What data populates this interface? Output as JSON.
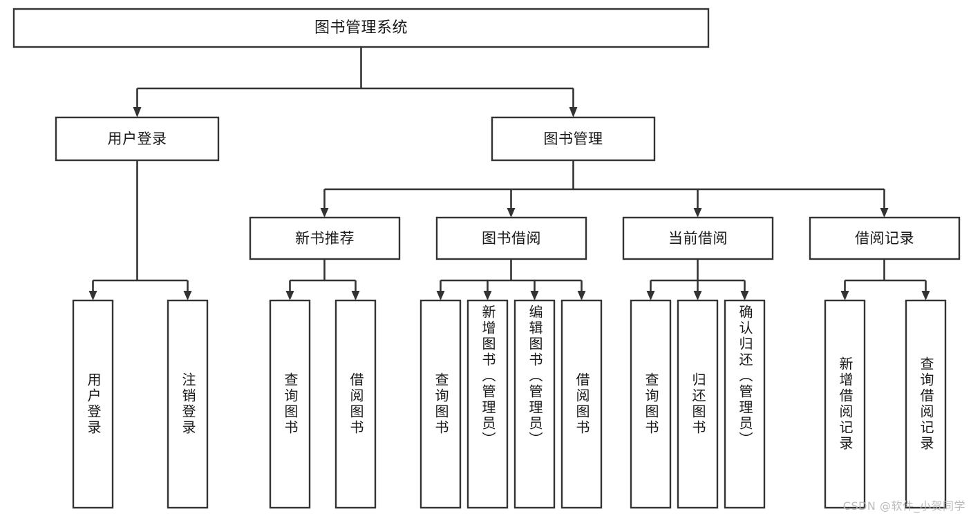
{
  "diagram": {
    "title": "图书管理系统",
    "type": "tree-hierarchy",
    "root": {
      "id": "root",
      "label": "图书管理系统"
    },
    "level2": [
      {
        "id": "user-login",
        "label": "用户登录"
      },
      {
        "id": "book-manage",
        "label": "图书管理"
      }
    ],
    "level3": [
      {
        "id": "new-book-recommend",
        "label": "新书推荐",
        "parent": "book-manage"
      },
      {
        "id": "book-borrow",
        "label": "图书借阅",
        "parent": "book-manage"
      },
      {
        "id": "current-borrow",
        "label": "当前借阅",
        "parent": "book-manage"
      },
      {
        "id": "borrow-record",
        "label": "借阅记录",
        "parent": "book-manage"
      }
    ],
    "leaves": [
      {
        "id": "leaf-user-login",
        "label": "用户登录",
        "parent": "user-login"
      },
      {
        "id": "leaf-user-logout",
        "label": "注销登录",
        "parent": "user-login"
      },
      {
        "id": "leaf-query-book-1",
        "label": "查询图书",
        "parent": "new-book-recommend"
      },
      {
        "id": "leaf-borrow-book-1",
        "label": "借阅图书",
        "parent": "new-book-recommend"
      },
      {
        "id": "leaf-query-book-2",
        "label": "查询图书",
        "parent": "book-borrow"
      },
      {
        "id": "leaf-add-book",
        "label": "新增图书（管理员）",
        "parent": "book-borrow"
      },
      {
        "id": "leaf-edit-book",
        "label": "编辑图书（管理员）",
        "parent": "book-borrow"
      },
      {
        "id": "leaf-borrow-book-2",
        "label": "借阅图书",
        "parent": "book-borrow"
      },
      {
        "id": "leaf-query-book-3",
        "label": "查询图书",
        "parent": "current-borrow"
      },
      {
        "id": "leaf-return-book",
        "label": "归还图书",
        "parent": "current-borrow"
      },
      {
        "id": "leaf-confirm-return",
        "label": "确认归还（管理员）",
        "parent": "current-borrow"
      },
      {
        "id": "leaf-add-record",
        "label": "新增借阅记录",
        "parent": "borrow-record"
      },
      {
        "id": "leaf-query-record",
        "label": "查询借阅记录",
        "parent": "borrow-record"
      }
    ],
    "colors": {
      "box_stroke": "#333333",
      "box_fill": "#ffffff",
      "text": "#1a1a1a",
      "background": "#ffffff",
      "watermark": "#b8b8b8"
    }
  },
  "watermark": {
    "text": "CSDN @软件_小贺同学"
  }
}
